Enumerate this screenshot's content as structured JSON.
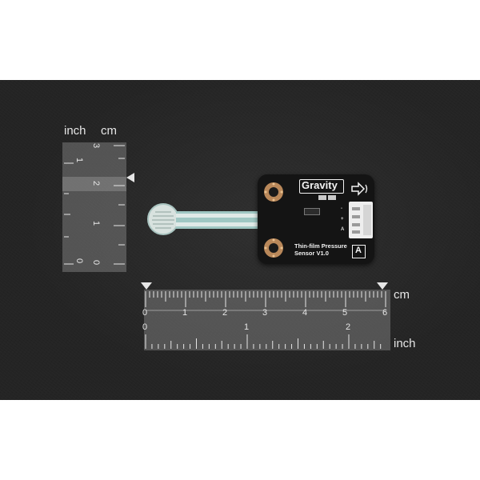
{
  "vertical_ruler": {
    "inch_label": "inch",
    "cm_label": "cm",
    "inch_numbers": [
      "1",
      "0"
    ],
    "cm_numbers": [
      "3",
      "2",
      "1",
      "0"
    ]
  },
  "horizontal_ruler": {
    "cm_label": "cm",
    "inch_label": "inch",
    "cm_numbers": [
      "0",
      "1",
      "2",
      "3",
      "4",
      "5",
      "6"
    ],
    "inch_numbers": [
      "0",
      "1",
      "2"
    ]
  },
  "board": {
    "brand": "Gravity",
    "name_line1": "Thin-film Pressure",
    "name_line2": "Sensor V1.0",
    "type_letter": "A",
    "pin_labels": [
      "-",
      "+",
      "A"
    ]
  },
  "colors": {
    "background": "#242424",
    "pcb": "#141414",
    "ruler": "#6e6e6e",
    "sensor_film": "#9fc7c3",
    "connector": "#eeeeee"
  }
}
